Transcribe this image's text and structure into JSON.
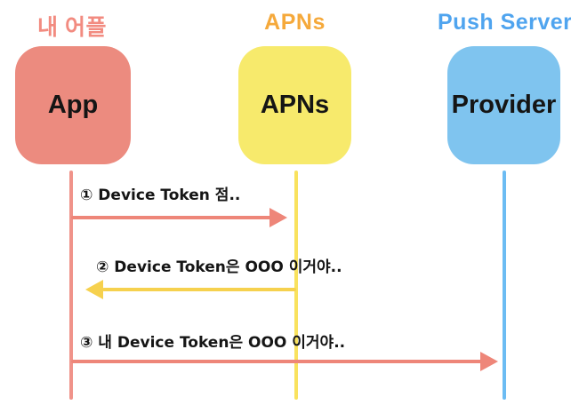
{
  "diagram": {
    "type": "sequence",
    "background": "#ffffff",
    "text_color": "#151515",
    "actors": [
      {
        "header": "내 어플",
        "box_label": "App",
        "header_color": "#F28B80",
        "box_color": "#EC8B7F",
        "lifeline_color": "#F0938A"
      },
      {
        "header": "APNs",
        "box_label": "APNs",
        "header_color": "#F5A93B",
        "box_color": "#F7EA6C",
        "lifeline_color": "#F9E25E"
      },
      {
        "header": "Push Server",
        "box_label": "Provider",
        "header_color": "#4FA4EF",
        "box_color": "#7FC4EF",
        "lifeline_color": "#6CBCF3"
      }
    ],
    "messages": [
      {
        "order": "①",
        "label": "① Device Token 점..",
        "from": "App",
        "to": "APNs",
        "direction": "right",
        "color": "#EE8679"
      },
      {
        "order": "②",
        "label": "② Device Token은 OOO 이거야..",
        "from": "APNs",
        "to": "App",
        "direction": "left",
        "color": "#F6D14E"
      },
      {
        "order": "③",
        "label": "③ 내 Device Token은 OOO 이거야..",
        "from": "App",
        "to": "Provider",
        "direction": "right",
        "color": "#EE8679"
      }
    ]
  }
}
